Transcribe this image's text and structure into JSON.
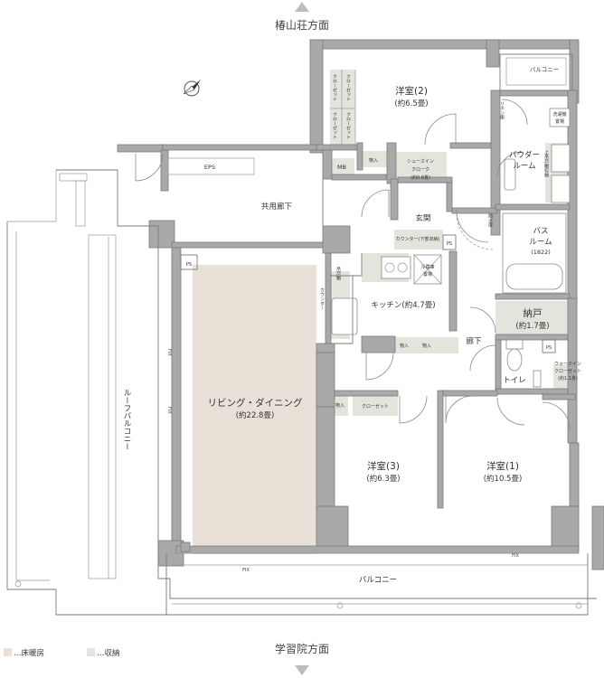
{
  "directions": {
    "north": "椿山荘方面",
    "south": "学習院方面"
  },
  "rooms": {
    "western2": {
      "name": "洋室(2)",
      "area": "(約6.5畳)"
    },
    "western3": {
      "name": "洋室(3)",
      "area": "(約6.3畳)"
    },
    "western1": {
      "name": "洋室(1)",
      "area": "(約10.5畳)"
    },
    "living": {
      "name": "リビング・ダイニング",
      "area": "(約22.8畳)"
    },
    "kitchen": "キッチン(約4.7畳)",
    "entrance": "玄関",
    "corridor": "廊下",
    "common_corridor": "共用廊下",
    "powder": {
      "line1": "パウダー",
      "line2": "ルーム"
    },
    "bath": {
      "line1": "バス",
      "line2": "ルーム",
      "line3": "(1822)"
    },
    "storeroom": {
      "name": "納戸",
      "area": "(約1.7畳)"
    },
    "toilet": "トイレ",
    "roof_balcony": "ルーフバルコニー",
    "balcony_south": "バルコニー",
    "balcony_north": "バルコニー"
  },
  "labels": {
    "eps": "EPS",
    "mb": "MB",
    "ps": "PS",
    "storage": "物入",
    "closet": "クローゼット",
    "shoe_in_closet": {
      "line1": "シューズイン",
      "line2": "クローク",
      "line3": "(約0.8畳)"
    },
    "counter_under": "カウンター(下部収納)",
    "counter": "カウンター",
    "fridge": {
      "line1": "冷蔵庫",
      "line2": "置場"
    },
    "food_storage": "吊戸棚",
    "fix": "FIX",
    "washer": {
      "line1": "洗濯機",
      "line2": "置場"
    },
    "upper_cabinet": "上吊戸棚収納",
    "linen": "リネン庫",
    "walk_in_closet": {
      "line1": "ウォークイン",
      "line2": "クローゼット",
      "line3": "(約1.1畳)"
    },
    "fire_door": "防火扉"
  },
  "legend": [
    {
      "label": "…床暖房",
      "color": "#e9e1d7"
    },
    {
      "label": "…収納",
      "color": "#e3e5dc"
    }
  ],
  "icons": [
    "north-compass-icon",
    "triangle-up-icon",
    "triangle-down-icon"
  ]
}
